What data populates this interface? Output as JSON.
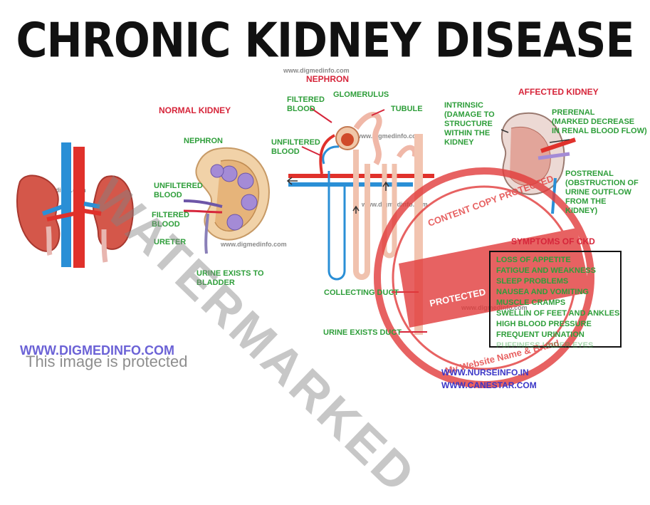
{
  "title": "CHRONIC KIDNEY DISEASE",
  "sections": {
    "normal_kidney": "NORMAL KIDNEY",
    "nephron_title": "NEPHRON",
    "affected_kidney": "AFFECTED KIDNEY"
  },
  "normal_kidney_labels": {
    "nephron": "NEPHRON",
    "unfiltered_blood": [
      "UNFILTERED",
      "BLOOD"
    ],
    "filtered_blood": [
      "FILTERED",
      "BLOOD"
    ],
    "ureter": "URETER",
    "urine_exists": [
      "URINE EXISTS TO",
      "BLADDER"
    ]
  },
  "nephron_labels": {
    "filtered_blood": [
      "FILTERED",
      "BLOOD"
    ],
    "glomerulus": "GLOMERULUS",
    "tubule": "TUBULE",
    "unfiltered_blood": [
      "UNFILTERED",
      "BLOOD"
    ],
    "collecting_duct": "COLLECTING DUCT",
    "urine_exists_duct": "URINE EXISTS DUCT"
  },
  "affected_kidney_labels": {
    "intrinsic": [
      "INTRINSIC",
      "(DAMAGE TO",
      "STRUCTURE",
      "WITHIN THE",
      "KIDNEY"
    ],
    "prerenal": [
      "PRERENAL",
      "(MARKED DECREASE",
      "IN RENAL BLOOD FLOW)"
    ],
    "postrenal": [
      "POSTRENAL",
      "(OBSTRUCTION OF",
      "URINE OUTFLOW",
      "FROM THE",
      "KIDNEY)"
    ]
  },
  "symptoms": {
    "heading": "SYMPTOMS OF CKD",
    "items": [
      "LOSS OF APPETITE",
      "FATIGUE AND WEAKNESS",
      "SLEEP PROBLEMS",
      "NAUSEA AND VOMITING",
      "MUSCLE CRAMPS",
      "SWELLIN OF FEET AND ANKLES",
      "HIGH BLOOD PRESSURE",
      "FREQUENT URINATION",
      "PUFFINESS UNDER EYES"
    ]
  },
  "watermarks": {
    "diagonal": "WATERMARKED",
    "site_small": "www.digmedinfo.com",
    "stamp_top": "CONTENT COPY PROTECTED",
    "stamp_center": "PROTECTED",
    "stamp_bottom": "My Website Name & Brand"
  },
  "footer": {
    "site": "WWW.DIGMEDINFO.COM",
    "protected": "This image is protected",
    "nurseinfo": "WWW.NURSEINFO.IN",
    "canestar": "WWW.CANESTAR.COM"
  },
  "colors": {
    "label_green": "#2e9e3a",
    "label_red": "#d6253a",
    "artery_red": "#e0312b",
    "vein_blue": "#2a8fd6",
    "kidney": "#d4574a",
    "stamp_red": "#e23b3b"
  }
}
